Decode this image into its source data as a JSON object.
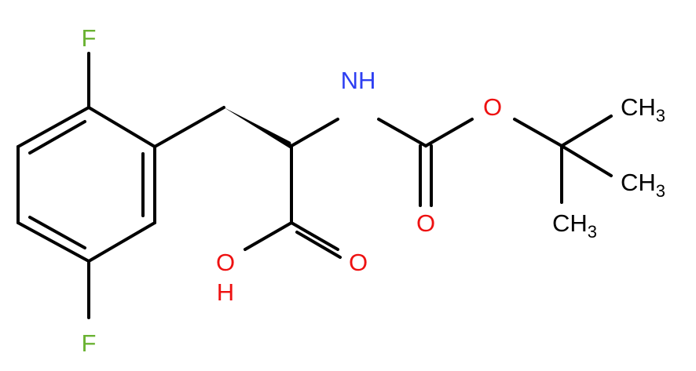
{
  "molecule": {
    "atoms": {
      "f_top": {
        "text": "F",
        "color": "#6ab232"
      },
      "f_bottom": {
        "text": "F",
        "color": "#6ab232"
      },
      "nh": {
        "text": "NH",
        "color": "#2e3ff2"
      },
      "o_ester": {
        "text": "O",
        "color": "#ee1111"
      },
      "o_carbonyl_boc": {
        "text": "O",
        "color": "#ee1111"
      },
      "o_carbonyl_acid": {
        "text": "O",
        "color": "#ee1111"
      },
      "oh_o": {
        "text": "O",
        "color": "#ee1111"
      },
      "oh_h": {
        "text": "H",
        "color": "#ee1111"
      },
      "ch3_1": {
        "main": "CH",
        "sub": "3",
        "color": "#000000"
      },
      "ch3_2": {
        "main": "CH",
        "sub": "3",
        "color": "#000000"
      },
      "ch3_3": {
        "main": "CH",
        "sub": "3",
        "color": "#000000"
      }
    },
    "bond_color": "#000000"
  }
}
